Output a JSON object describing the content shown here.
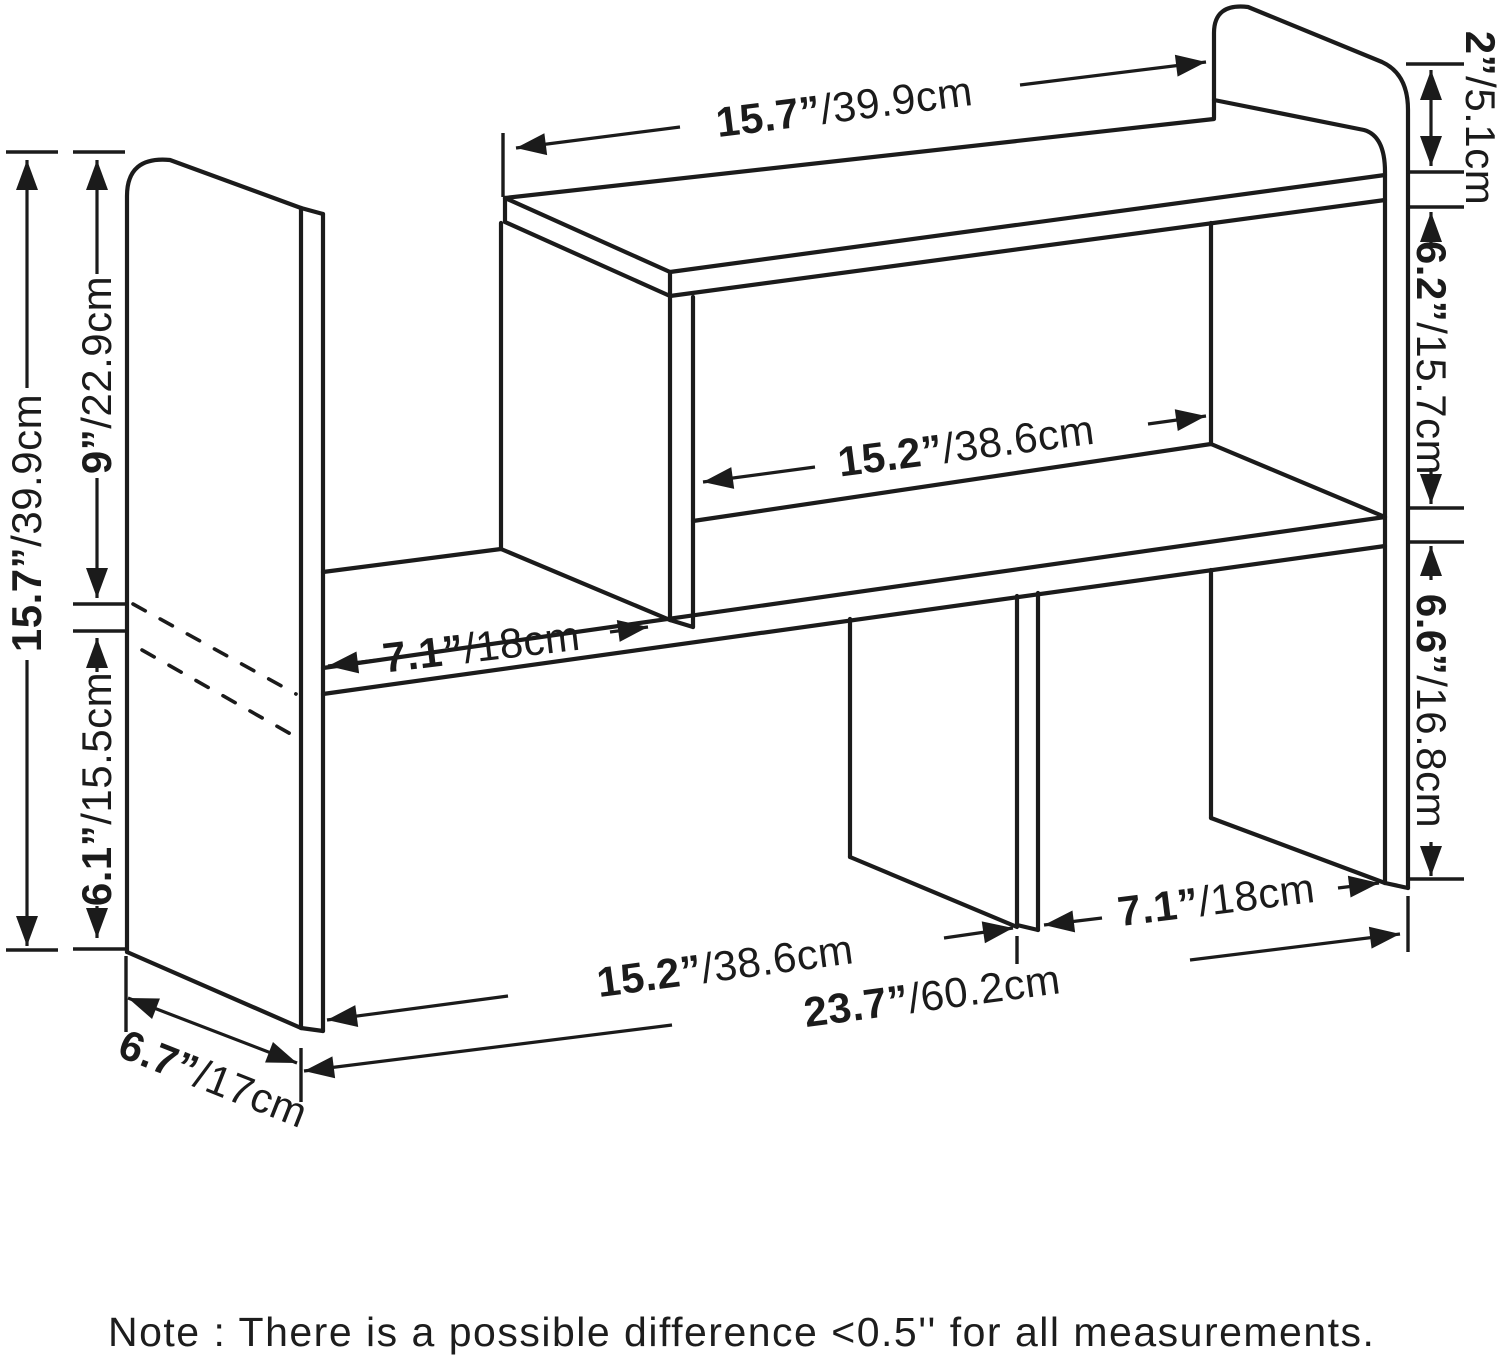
{
  "diagram": {
    "type": "furniture-dimension-diagram",
    "subject": "desk organizer bookshelf line drawing",
    "colors": {
      "line": "#1b1b1b",
      "background": "#ffffff",
      "arrow": "#1b1b1b"
    },
    "dimensions": {
      "top_shelf_width": {
        "inches": "15.7”",
        "cm": "/39.9cm"
      },
      "right_top_overhang": {
        "inches": "2”",
        "cm": "/5.1cm"
      },
      "upper_compartment_height": {
        "inches": "6.2”",
        "cm": "/15.7cm"
      },
      "upper_compartment_width": {
        "inches": "15.2”",
        "cm": "/38.6cm"
      },
      "lower_compartment_height": {
        "inches": "6.6”",
        "cm": "/16.8cm"
      },
      "left_panel_height": {
        "inches": "15.7”",
        "cm": "/39.9cm"
      },
      "left_upper_height": {
        "inches": "9”",
        "cm": "/22.9cm"
      },
      "left_lower_height": {
        "inches": "6.1”",
        "cm": "/15.5cm"
      },
      "bench_opening_width": {
        "inches": "7.1”",
        "cm": "/18cm"
      },
      "bottom_left_width": {
        "inches": "15.2”",
        "cm": "/38.6cm"
      },
      "bottom_total_width": {
        "inches": "23.7”",
        "cm": "/60.2cm"
      },
      "bottom_right_width": {
        "inches": "7.1”",
        "cm": "/18cm"
      },
      "depth": {
        "inches": "6.7”",
        "cm": "/17cm"
      }
    },
    "note": "Note : There is a possible difference <0.5'' for all measurements."
  }
}
